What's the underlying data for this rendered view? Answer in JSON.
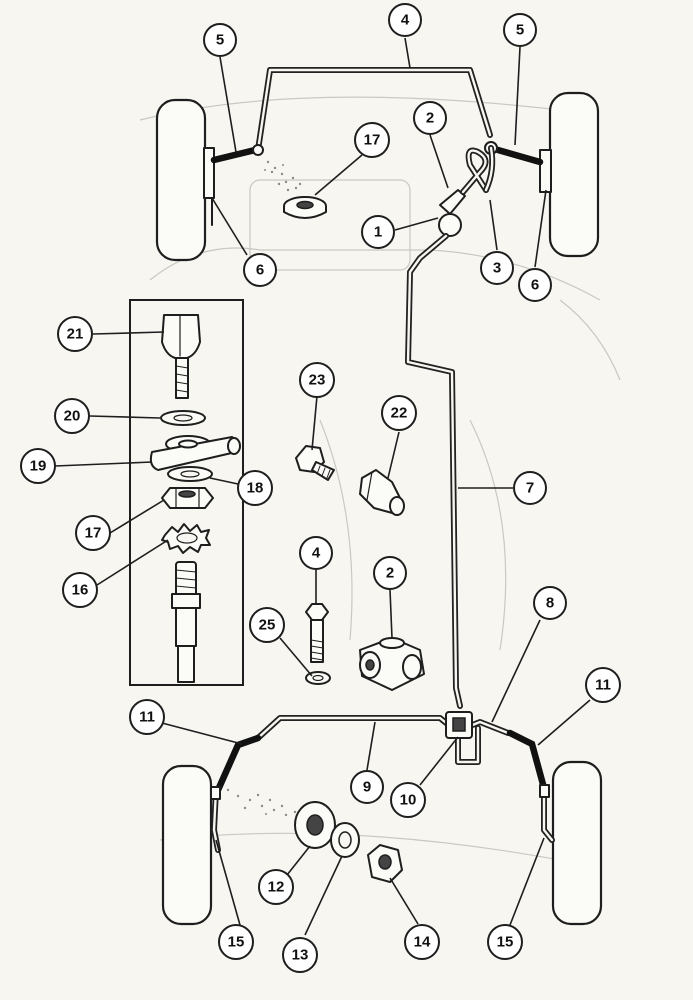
{
  "callouts": [
    {
      "id": "c1",
      "label": "1"
    },
    {
      "id": "c2a",
      "label": "2"
    },
    {
      "id": "c3",
      "label": "3"
    },
    {
      "id": "c4a",
      "label": "4"
    },
    {
      "id": "c5a",
      "label": "5"
    },
    {
      "id": "c5b",
      "label": "5"
    },
    {
      "id": "c6a",
      "label": "6"
    },
    {
      "id": "c6b",
      "label": "6"
    },
    {
      "id": "c17a",
      "label": "17"
    },
    {
      "id": "c21",
      "label": "21"
    },
    {
      "id": "c20",
      "label": "20"
    },
    {
      "id": "c19",
      "label": "19"
    },
    {
      "id": "c18",
      "label": "18"
    },
    {
      "id": "c17b",
      "label": "17"
    },
    {
      "id": "c16",
      "label": "16"
    },
    {
      "id": "c23",
      "label": "23"
    },
    {
      "id": "c22",
      "label": "22"
    },
    {
      "id": "c7",
      "label": "7"
    },
    {
      "id": "c4b",
      "label": "4"
    },
    {
      "id": "c2b",
      "label": "2"
    },
    {
      "id": "c25",
      "label": "25"
    },
    {
      "id": "c8",
      "label": "8"
    },
    {
      "id": "c11a",
      "label": "11"
    },
    {
      "id": "c11b",
      "label": "11"
    },
    {
      "id": "c9",
      "label": "9"
    },
    {
      "id": "c10",
      "label": "10"
    },
    {
      "id": "c12",
      "label": "12"
    },
    {
      "id": "c13",
      "label": "13"
    },
    {
      "id": "c14",
      "label": "14"
    },
    {
      "id": "c15a",
      "label": "15"
    },
    {
      "id": "c15b",
      "label": "15"
    }
  ]
}
